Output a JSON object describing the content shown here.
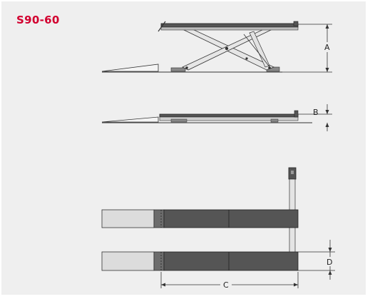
{
  "model": {
    "title": "S90-60"
  },
  "dimensions": {
    "a": "A",
    "b": "B",
    "c": "C",
    "d": "D"
  },
  "colors": {
    "accent": "#d2002f",
    "background": "#efefef",
    "platform": "#555555",
    "ramp": "#dcdcdc",
    "line": "#333333"
  }
}
